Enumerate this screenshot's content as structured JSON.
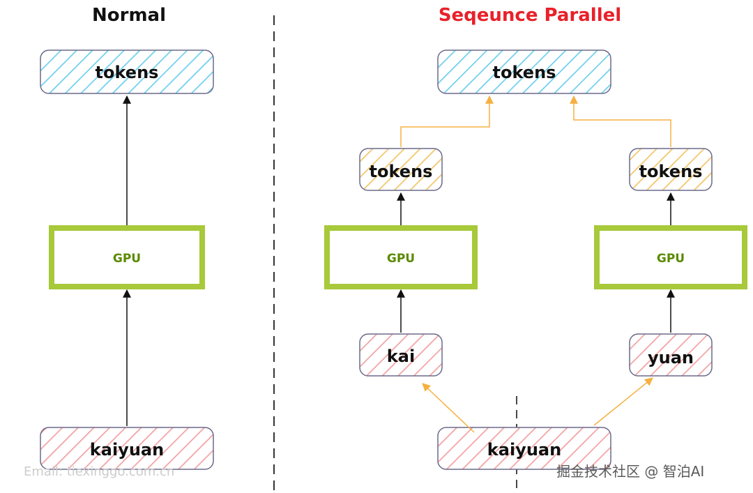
{
  "titles": {
    "normal": "Normal",
    "sequence_parallel": "Seqeunce Parallel"
  },
  "colors": {
    "blue_hatch": "#6fd0ee",
    "orange_hatch": "#f1c66a",
    "red_hatch": "#f2a3a3",
    "gpu_border": "#a7c93a",
    "gpu_text": "#5a8a00",
    "orange_arrow": "#f5b041",
    "title_red": "#e8212a"
  },
  "normal": {
    "output": "tokens",
    "processor": "GPU",
    "input": "kaiyuan"
  },
  "sequence_parallel": {
    "output": "tokens",
    "input": "kaiyuan",
    "left": {
      "partial_output": "tokens",
      "processor": "GPU",
      "chunk": "kai"
    },
    "right": {
      "partial_output": "tokens",
      "processor": "GPU",
      "chunk": "yuan"
    }
  },
  "watermark": "掘金技术社区 @ 智泊AI",
  "faint_watermark": "Email: tiexinggo.com.cn"
}
